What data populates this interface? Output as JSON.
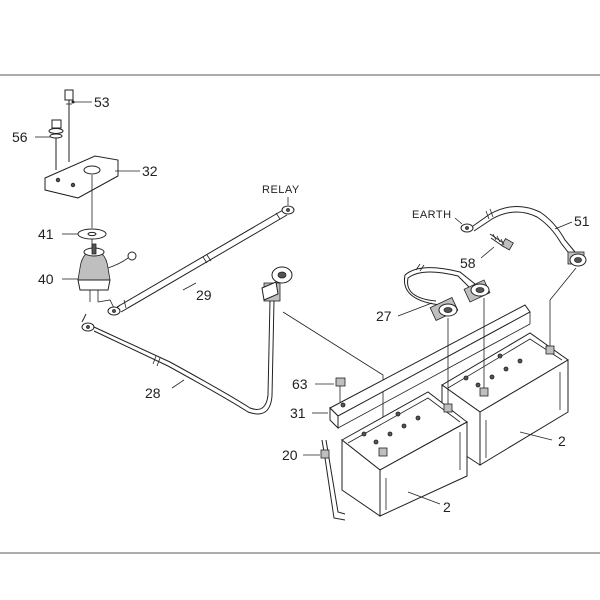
{
  "labels": {
    "p53": "53",
    "p56": "56",
    "p32": "32",
    "p41": "41",
    "p40": "40",
    "p29": "29",
    "p28": "28",
    "relay": "RELAY",
    "earth": "EARTH",
    "p51": "51",
    "p58": "58",
    "p27": "27",
    "p63": "63",
    "p31": "31",
    "p20": "20",
    "p2a": "2",
    "p2b": "2"
  }
}
